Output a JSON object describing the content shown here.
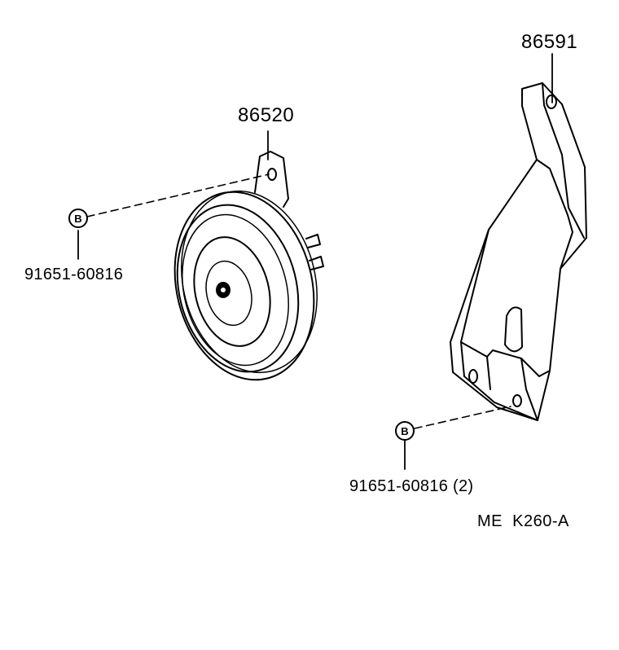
{
  "parts": {
    "horn": {
      "number": "86520"
    },
    "bracket": {
      "number": "86591"
    },
    "horn_bolt": {
      "number": "91651-60816",
      "symbol": "B"
    },
    "bracket_bolt": {
      "number": "91651-60816 (2)",
      "symbol": "B"
    }
  },
  "reference_code": "ME  K260-A"
}
